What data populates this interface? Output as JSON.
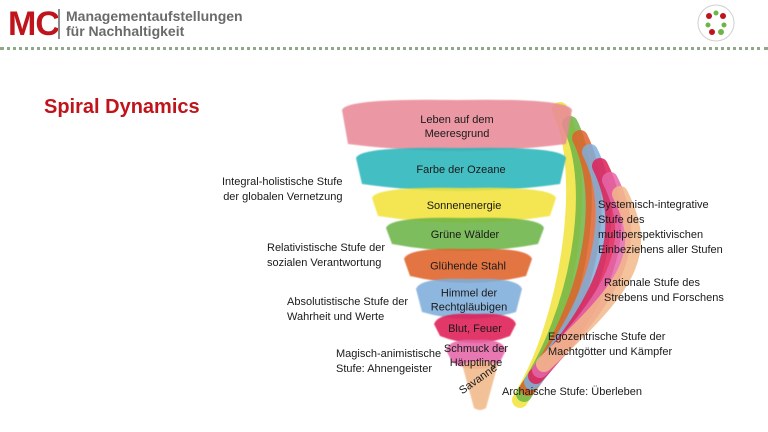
{
  "header": {
    "logo_mark": "MC",
    "logo_line1": "Managementaufstellungen",
    "logo_line2": "für Nachhaltigkeit"
  },
  "title": "Spiral Dynamics",
  "bands": [
    {
      "label1": "Leben auf dem",
      "label2": "Meeresgrund",
      "color": "#e98a98"
    },
    {
      "label1": "Farbe der Ozeane",
      "label2": "",
      "color": "#2ab6bb"
    },
    {
      "label1": "Sonnenenergie",
      "label2": "",
      "color": "#f2e33a"
    },
    {
      "label1": "Grüne Wälder",
      "label2": "",
      "color": "#6db547"
    },
    {
      "label1": "Glühende Stahl",
      "label2": "",
      "color": "#e0622b"
    },
    {
      "label1": "Himmel der",
      "label2": "Rechtgläubigen",
      "color": "#7faedb"
    },
    {
      "label1": "Blut, Feuer",
      "label2": "",
      "color": "#df1e55"
    },
    {
      "label1": "Schmuck der",
      "label2": "Häuptlinge",
      "color": "#e566a8"
    },
    {
      "label1": "Savanne",
      "label2": "",
      "color": "#f2b98a"
    }
  ],
  "left_labels": [
    {
      "line1": "Integral-holistische Stufe",
      "line2": "der globalen Vernetzung"
    },
    {
      "line1": "Relativistische Stufe der",
      "line2": "sozialen Verantwortung"
    },
    {
      "line1": "Absolutistische Stufe der",
      "line2": "Wahrheit und Werte"
    },
    {
      "line1": "Magisch-animistische",
      "line2": "Stufe: Ahnengeister"
    }
  ],
  "right_labels": [
    {
      "lines": [
        "Systemisch-integrative",
        "Stufe des",
        "multiperspektivischen",
        "Einbeziehens aller Stufen"
      ]
    },
    {
      "lines": [
        "Rationale Stufe des",
        "Strebens und Forschens"
      ]
    },
    {
      "lines": [
        "Egozentrische Stufe der",
        "Machtgötter und Kämpfer"
      ]
    },
    {
      "lines": [
        "Archaische Stufe: Überleben"
      ]
    }
  ],
  "colors": {
    "brand_red": "#c0141c",
    "divider_green": "#8fa88a"
  },
  "icons": {
    "emblem": "wreath-emblem-icon"
  }
}
